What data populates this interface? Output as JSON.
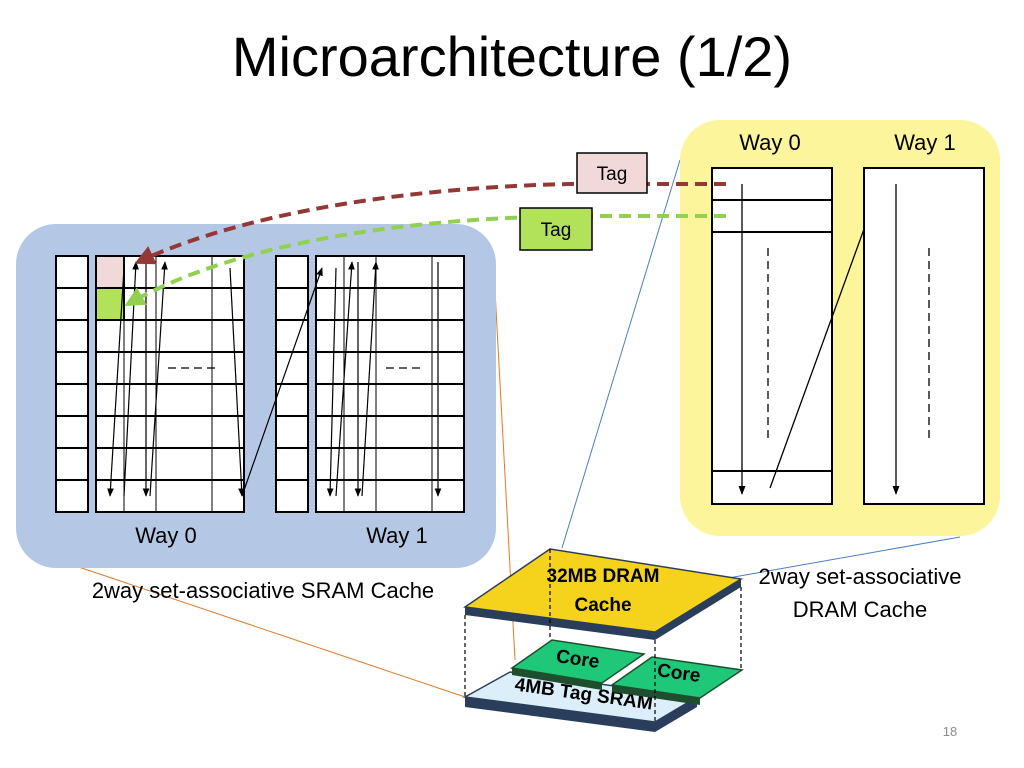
{
  "slide": {
    "title": "Microarchitecture (1/2)",
    "page_number": "18"
  },
  "sram_cache": {
    "way0_label": "Way 0",
    "way1_label": "Way 1",
    "caption": "2way set-associative SRAM Cache",
    "background_color": "#b4c8e6",
    "tag_cell_pink_color": "#f1d9da",
    "tag_cell_green_color": "#b2e15a"
  },
  "dram_cache": {
    "way0_label": "Way 0",
    "way1_label": "Way 1",
    "caption_line1": "2way set-associative",
    "caption_line2": "DRAM Cache",
    "background_color": "#fcf59c"
  },
  "tag_boxes": {
    "pink_label": "Tag",
    "green_label": "Tag",
    "pink_arrow_color": "#953735",
    "green_arrow_color": "#92d050"
  },
  "chip_stack": {
    "dram_layer_line1": "32MB DRAM",
    "dram_layer_line2": "Cache",
    "core_left": "Core",
    "core_right": "Core",
    "tag_sram_label": "4MB Tag SRAM",
    "dram_color": "#f5d31c",
    "core_color": "#1ec878",
    "sram_color": "#dbeefa"
  }
}
